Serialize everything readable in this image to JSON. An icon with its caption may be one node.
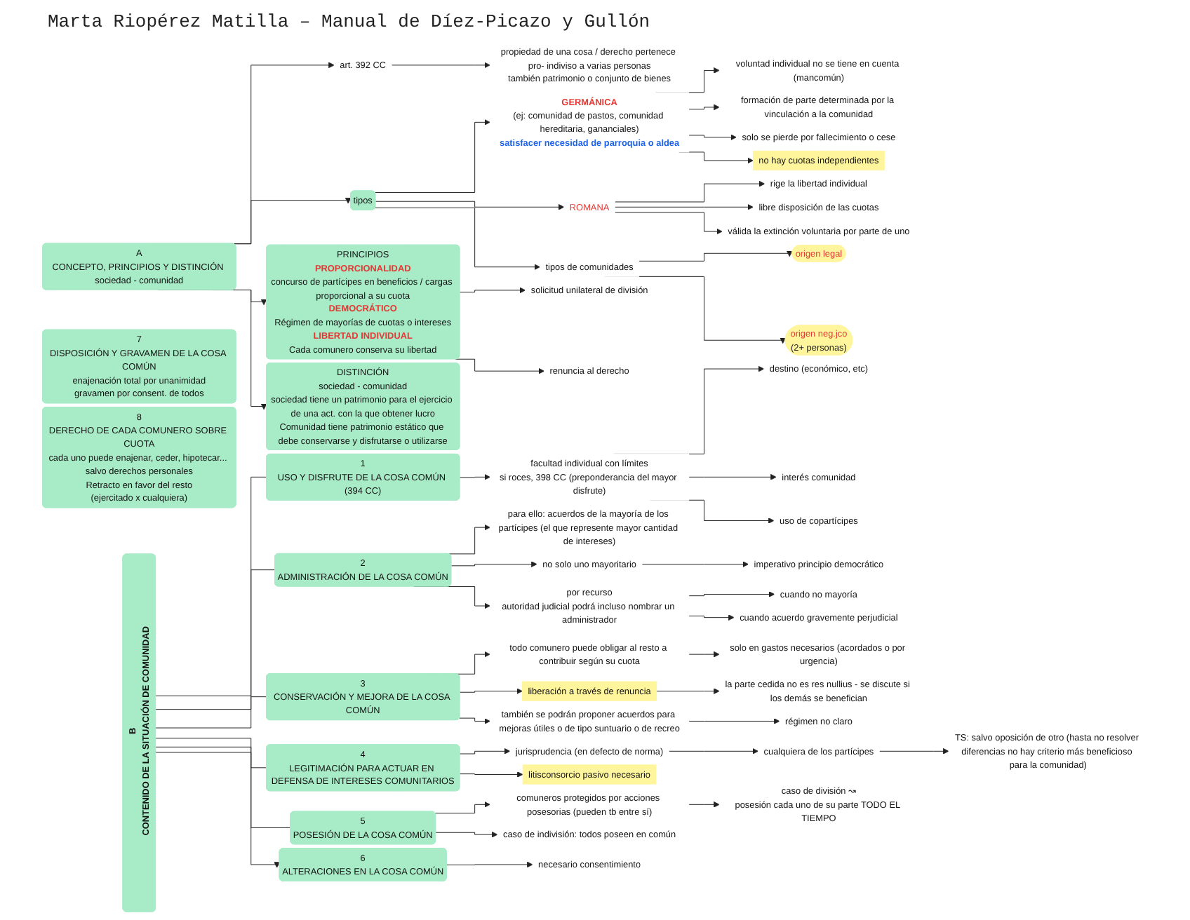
{
  "diagram": {
    "title": "Marta Riopérez Matilla – Manual de Díez-Picazo y Gullón",
    "nodes": [
      {
        "text": [
          "A",
          "CONCEPTO, PRINCIPIOS Y DISTINCIÓN sociedad - comunidad"
        ]
      },
      {
        "text": [
          "art. 392 CC"
        ]
      },
      {
        "text": [
          "propiedad de una cosa / derecho pertenece pro- indiviso a varias personas",
          "también patrimonio o conjunto de bienes"
        ]
      },
      {
        "text": [
          "tipos"
        ]
      },
      {
        "text": [
          "GERMÁNICA",
          "(ej: comunidad de pastos, comunidad hereditaria, gananciales)",
          "satisfacer necesidad de parroquia o aldea"
        ]
      },
      {
        "text": [
          "voluntad individual no se tiene en cuenta (mancomún)"
        ]
      },
      {
        "text": [
          "formación de parte determinada por la vinculación a la comunidad"
        ]
      },
      {
        "text": [
          "solo se pierde por fallecimiento o cese"
        ]
      },
      {
        "text": [
          "no hay cuotas independientes"
        ]
      },
      {
        "text": [
          "ROMANA"
        ]
      },
      {
        "text": [
          "rige la libertad individual"
        ]
      },
      {
        "text": [
          "libre disposición de las cuotas"
        ]
      },
      {
        "text": [
          "válida la extinción voluntaria por parte de uno"
        ]
      },
      {
        "text": [
          "tipos de comunidades"
        ]
      },
      {
        "text": [
          "origen legal"
        ]
      },
      {
        "text": [
          "origen neg.jco",
          "(2+ personas)"
        ]
      },
      {
        "text": [
          "PRINCIPIOS",
          "PROPORCIONALIDAD",
          "concurso de partícipes en beneficios / cargas proporcional a su cuota",
          "DEMOCRÁTICO",
          "Régimen de mayorías de cuotas o intereses",
          "LIBERTAD INDIVIDUAL",
          "Cada comunero conserva su libertad"
        ]
      },
      {
        "text": [
          "solicitud unilateral de división"
        ]
      },
      {
        "text": [
          "renuncia al derecho"
        ]
      },
      {
        "text": [
          "DISTINCIÓN",
          "sociedad - comunidad",
          "sociedad tiene un patrimonio para el ejercicio de una act. con la que obtener lucro",
          "Comunidad tiene patrimonio estático que debe conservarse y disfrutarse o utilizarse"
        ]
      },
      {
        "text": [
          "B",
          "CONTENIDO DE LA SITUACIÓN DE COMUNIDAD"
        ]
      },
      {
        "text": [
          "1",
          "USO Y DISFRUTE DE LA COSA COMÚN (394 CC)"
        ]
      },
      {
        "text": [
          "facultad individual con límites",
          "si roces, 398 CC (preponderancia del mayor disfrute)"
        ]
      },
      {
        "text": [
          "destino (económico, etc)"
        ]
      },
      {
        "text": [
          "interés comunidad"
        ]
      },
      {
        "text": [
          "uso de copartícipes"
        ]
      },
      {
        "text": [
          "2",
          "ADMINISTRACIÓN DE LA COSA COMÚN"
        ]
      },
      {
        "text": [
          "para ello: acuerdos de la mayoría de los partícipes (el que represente mayor cantidad de intereses)"
        ]
      },
      {
        "text": [
          "no solo uno mayoritario"
        ]
      },
      {
        "text": [
          "imperativo principio democrático"
        ]
      },
      {
        "text": [
          "por recurso",
          "autoridad judicial podrá incluso nombrar un administrador"
        ]
      },
      {
        "text": [
          "cuando no mayoría"
        ]
      },
      {
        "text": [
          "cuando acuerdo gravemente perjudicial"
        ]
      },
      {
        "text": [
          "3",
          "CONSERVACIÓN Y MEJORA DE LA COSA COMÚN"
        ]
      },
      {
        "text": [
          "todo comunero puede obligar al resto a contribuir según su cuota"
        ]
      },
      {
        "text": [
          "solo en gastos necesarios (acordados o por urgencia)"
        ]
      },
      {
        "text": [
          "liberación a través de renuncia"
        ]
      },
      {
        "text": [
          "la parte cedida no es res nullius - se discute si los demás se benefician"
        ]
      },
      {
        "text": [
          "también se podrán proponer acuerdos para mejoras útiles o de tipo suntuario o de recreo"
        ]
      },
      {
        "text": [
          "régimen no claro"
        ]
      },
      {
        "text": [
          "4",
          "LEGITIMACIÓN PARA ACTUAR EN DEFENSA DE INTERESES COMUNITARIOS"
        ]
      },
      {
        "text": [
          "jurisprudencia (en defecto de norma)"
        ]
      },
      {
        "text": [
          "cualquiera de los partícipes"
        ]
      },
      {
        "text": [
          "TS: salvo oposición de otro (hasta no resolver diferencias no hay criterio más beneficioso para la comunidad)"
        ]
      },
      {
        "text": [
          "litisconsorcio pasivo necesario"
        ]
      },
      {
        "text": [
          "5",
          "POSESIÓN DE LA COSA COMÚN"
        ]
      },
      {
        "text": [
          "comuneros protegidos por acciones posesorias (pueden tb entre sí)"
        ]
      },
      {
        "text": [
          "caso de indivisión: todos poseen en común"
        ]
      },
      {
        "text": [
          "caso de división ↝",
          "posesión cada uno de su parte TODO EL TIEMPO"
        ]
      },
      {
        "text": [
          "6",
          "ALTERACIONES EN LA COSA COMÚN"
        ]
      },
      {
        "text": [
          "necesario consentimiento"
        ]
      },
      {
        "text": [
          "7",
          "DISPOSICIÓN Y GRAVAMEN DE LA COSA COMÚN",
          "enajenación total por unanimidad",
          "gravamen por consent. de todos"
        ]
      },
      {
        "text": [
          "8",
          "DERECHO DE CADA COMUNERO SOBRE CUOTA",
          "cada uno puede enajenar, ceder, hipotecar... salvo derechos personales",
          "Retracto en favor del resto",
          "(ejercitado x cualquiera)"
        ]
      }
    ],
    "edges": [
      {
        "from": 0,
        "to": 1,
        "arrow": "to"
      },
      {
        "from": 1,
        "to": 2,
        "arrow": "to"
      },
      {
        "from": 0,
        "to": 3,
        "arrow": "to"
      },
      {
        "from": 0,
        "to": 16,
        "arrow": "to"
      },
      {
        "from": 0,
        "to": 19,
        "arrow": "to"
      },
      {
        "from": 3,
        "to": 4,
        "arrow": "to"
      },
      {
        "from": 4,
        "to": 5,
        "arrow": "to"
      },
      {
        "from": 4,
        "to": 6,
        "arrow": "to"
      },
      {
        "from": 4,
        "to": 7,
        "arrow": "to"
      },
      {
        "from": 4,
        "to": 8,
        "arrow": "to"
      },
      {
        "from": 3,
        "to": 9,
        "arrow": "to"
      },
      {
        "from": 9,
        "to": 10,
        "arrow": "to"
      },
      {
        "from": 9,
        "to": 11,
        "arrow": "to"
      },
      {
        "from": 9,
        "to": 12,
        "arrow": "to"
      },
      {
        "from": 3,
        "to": 13,
        "arrow": "to"
      },
      {
        "from": 13,
        "to": 14,
        "arrow": "to"
      },
      {
        "from": 13,
        "to": 15,
        "arrow": "to"
      },
      {
        "from": 16,
        "to": 17,
        "arrow": "to"
      },
      {
        "from": 16,
        "to": 18,
        "arrow": "to"
      },
      {
        "from": 20,
        "to": 21,
        "arrow": "none"
      },
      {
        "from": 21,
        "to": 22,
        "arrow": "to"
      },
      {
        "from": 22,
        "to": 23,
        "arrow": "to"
      },
      {
        "from": 22,
        "to": 24,
        "arrow": "to"
      },
      {
        "from": 22,
        "to": 25,
        "arrow": "to"
      },
      {
        "from": 20,
        "to": 26,
        "arrow": "none"
      },
      {
        "from": 26,
        "to": 27,
        "arrow": "to"
      },
      {
        "from": 26,
        "to": 28,
        "arrow": "to"
      },
      {
        "from": 28,
        "to": 29,
        "arrow": "to"
      },
      {
        "from": 26,
        "to": 30,
        "arrow": "to"
      },
      {
        "from": 30,
        "to": 31,
        "arrow": "to"
      },
      {
        "from": 30,
        "to": 32,
        "arrow": "to"
      },
      {
        "from": 20,
        "to": 33,
        "arrow": "none"
      },
      {
        "from": 33,
        "to": 34,
        "arrow": "to"
      },
      {
        "from": 34,
        "to": 35,
        "arrow": "to"
      },
      {
        "from": 33,
        "to": 36,
        "arrow": "to"
      },
      {
        "from": 36,
        "to": 37,
        "arrow": "to"
      },
      {
        "from": 33,
        "to": 38,
        "arrow": "to"
      },
      {
        "from": 38,
        "to": 39,
        "arrow": "to"
      },
      {
        "from": 20,
        "to": 40,
        "arrow": "none"
      },
      {
        "from": 40,
        "to": 41,
        "arrow": "to"
      },
      {
        "from": 41,
        "to": 42,
        "arrow": "to"
      },
      {
        "from": 42,
        "to": 43,
        "arrow": "to"
      },
      {
        "from": 40,
        "to": 44,
        "arrow": "to"
      },
      {
        "from": 20,
        "to": 45,
        "arrow": "none"
      },
      {
        "from": 45,
        "to": 46,
        "arrow": "to"
      },
      {
        "from": 45,
        "to": 47,
        "arrow": "to"
      },
      {
        "from": 46,
        "to": 48,
        "arrow": "to"
      },
      {
        "from": 20,
        "to": 49,
        "arrow": "to"
      },
      {
        "from": 49,
        "to": 50,
        "arrow": "to"
      }
    ]
  }
}
